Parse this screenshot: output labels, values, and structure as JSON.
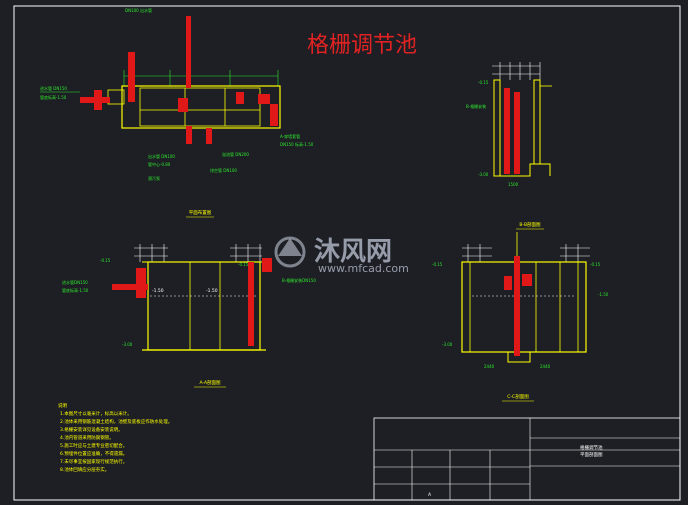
{
  "title": "格栅调节池",
  "watermark": {
    "brand": "沐风网",
    "url": "www.mfcad.com"
  },
  "views": {
    "plan": {
      "caption": "平面布置图"
    },
    "section_aa": {
      "caption": "A-A剖面图"
    },
    "section_bb": {
      "caption": "B-B剖面图"
    },
    "section_cc": {
      "caption": "C-C剖面图"
    }
  },
  "notes": {
    "heading": "说明",
    "lines": [
      "1.本图尺寸以毫米计，标高以米计。",
      "2.池体采用钢筋混凝土结构，池壁及底板应作防水处理。",
      "3.格栅安装详见设备安装说明。",
      "4.池内管道采用防腐钢管。",
      "5.施工时应与土建专业密切配合。",
      "6.预埋件位置应准确，不得遗漏。",
      "7.未尽事宜按国家现行规范执行。",
      "8.池体回填应分层夯实。"
    ]
  },
  "title_block": {
    "drawing_name_1": "格栅调节池",
    "drawing_name_2": "平面剖面图",
    "revision": "A"
  },
  "colors": {
    "background": "#1d1f24",
    "wall": "#ffff00",
    "pipe": "#e01818",
    "annotation": "#2ee82e",
    "title": "#e02222",
    "frame": "#ffffff"
  }
}
